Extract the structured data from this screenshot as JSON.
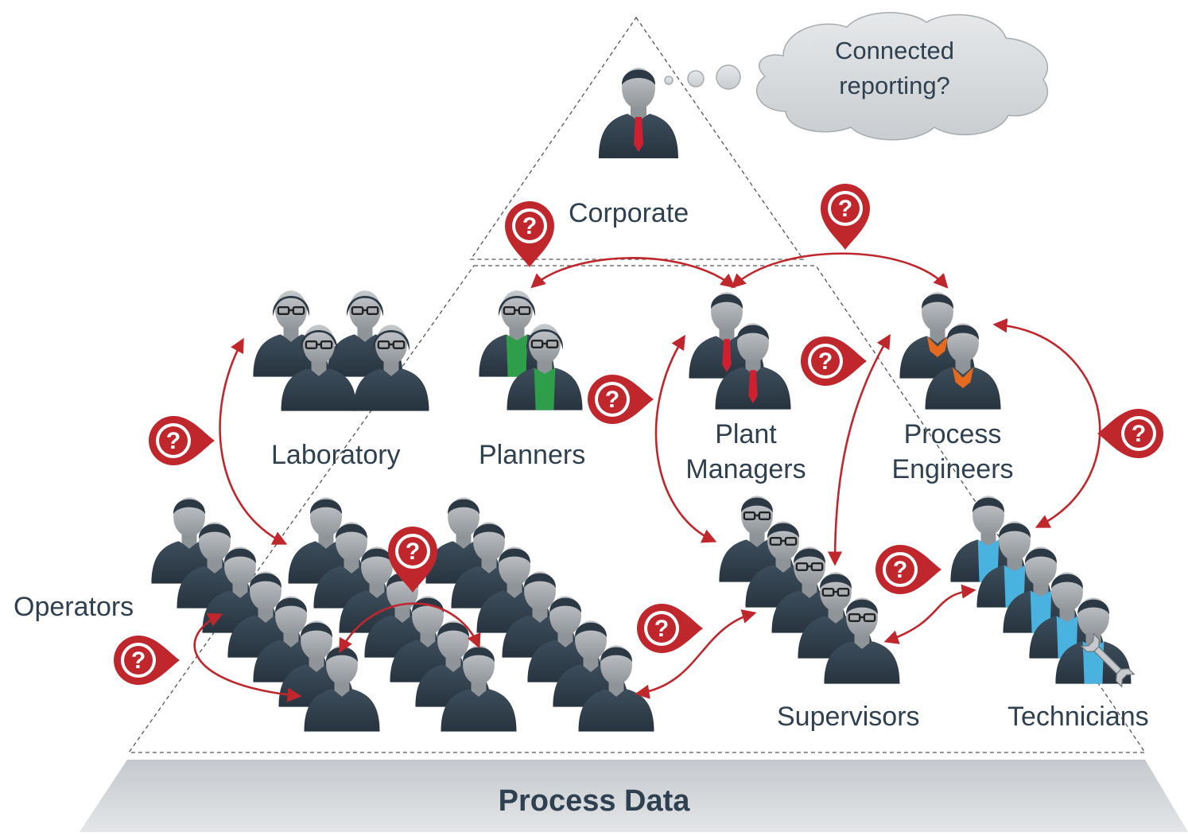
{
  "thought_bubble": {
    "line1": "Connected",
    "line2": "reporting?"
  },
  "groups": {
    "corporate": "Corporate",
    "laboratory": "Laboratory",
    "planners": "Planners",
    "plant_managers_line1": "Plant",
    "plant_managers_line2": "Managers",
    "process_engineers_line1": "Process",
    "process_engineers_line2": "Engineers",
    "operators": "Operators",
    "supervisors": "Supervisors",
    "technicians": "Technicians"
  },
  "base_label": "Process Data",
  "question_mark": "?",
  "colors": {
    "person_body": "#33424f",
    "person_head": "#a9adb1",
    "arrow": "#c0272d",
    "pin": "#c0272d",
    "corporate_tie": "#d0202f",
    "planner_accent": "#2e9e4a",
    "engineer_accent": "#e36a1e",
    "technician_accent": "#49b2de",
    "base_fill": "#d3d6d9",
    "text": "#2f4150"
  }
}
